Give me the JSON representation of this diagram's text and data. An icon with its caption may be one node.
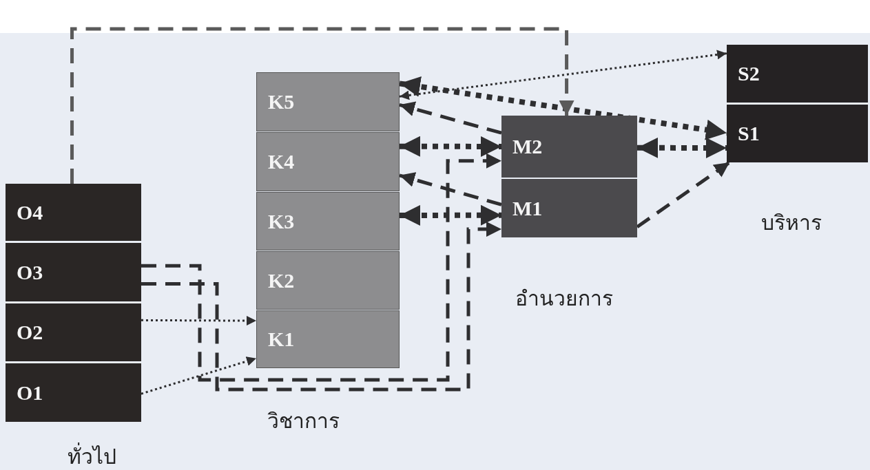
{
  "diagram": {
    "nodes": [
      {
        "text": [
          "O4"
        ]
      },
      {
        "text": [
          "O3"
        ]
      },
      {
        "text": [
          "O2"
        ]
      },
      {
        "text": [
          "O1"
        ]
      },
      {
        "text": [
          "K5"
        ]
      },
      {
        "text": [
          "K4"
        ]
      },
      {
        "text": [
          "K3"
        ]
      },
      {
        "text": [
          "K2"
        ]
      },
      {
        "text": [
          "K1"
        ]
      },
      {
        "text": [
          "M2"
        ]
      },
      {
        "text": [
          "M1"
        ]
      },
      {
        "text": [
          "S2"
        ]
      },
      {
        "text": [
          "S1"
        ]
      }
    ],
    "edges": [
      {
        "from": 2,
        "to": 8,
        "arrow": "to"
      },
      {
        "from": 3,
        "to": 8,
        "arrow": "to"
      },
      {
        "from": 1,
        "to": 9,
        "arrow": "to",
        "style": "dashed"
      },
      {
        "from": 1,
        "to": 10,
        "arrow": "to",
        "style": "dashed"
      },
      {
        "from": 9,
        "to": 4,
        "arrow": "to",
        "style": "dashed"
      },
      {
        "from": 10,
        "to": 5,
        "arrow": "to",
        "style": "dashed"
      },
      {
        "from": 5,
        "to": 9,
        "arrow": "both",
        "style": "dashed"
      },
      {
        "from": 6,
        "to": 10,
        "arrow": "both",
        "style": "dashed"
      },
      {
        "from": 9,
        "to": 12,
        "arrow": "both",
        "style": "dashed"
      },
      {
        "from": 4,
        "to": 12,
        "arrow": "both",
        "style": "dashed"
      },
      {
        "from": 4,
        "to": 11,
        "arrow": "both"
      },
      {
        "from": 0,
        "to": 9,
        "arrow": "to",
        "style": "dashed",
        "color": "#5a5a5a"
      },
      {
        "from": 10,
        "to": 12,
        "arrow": "to",
        "style": "dashed"
      }
    ],
    "labels": [
      "บริหาร",
      "อำนวยการ",
      "วิชาการ",
      "ทั่วไป"
    ]
  }
}
